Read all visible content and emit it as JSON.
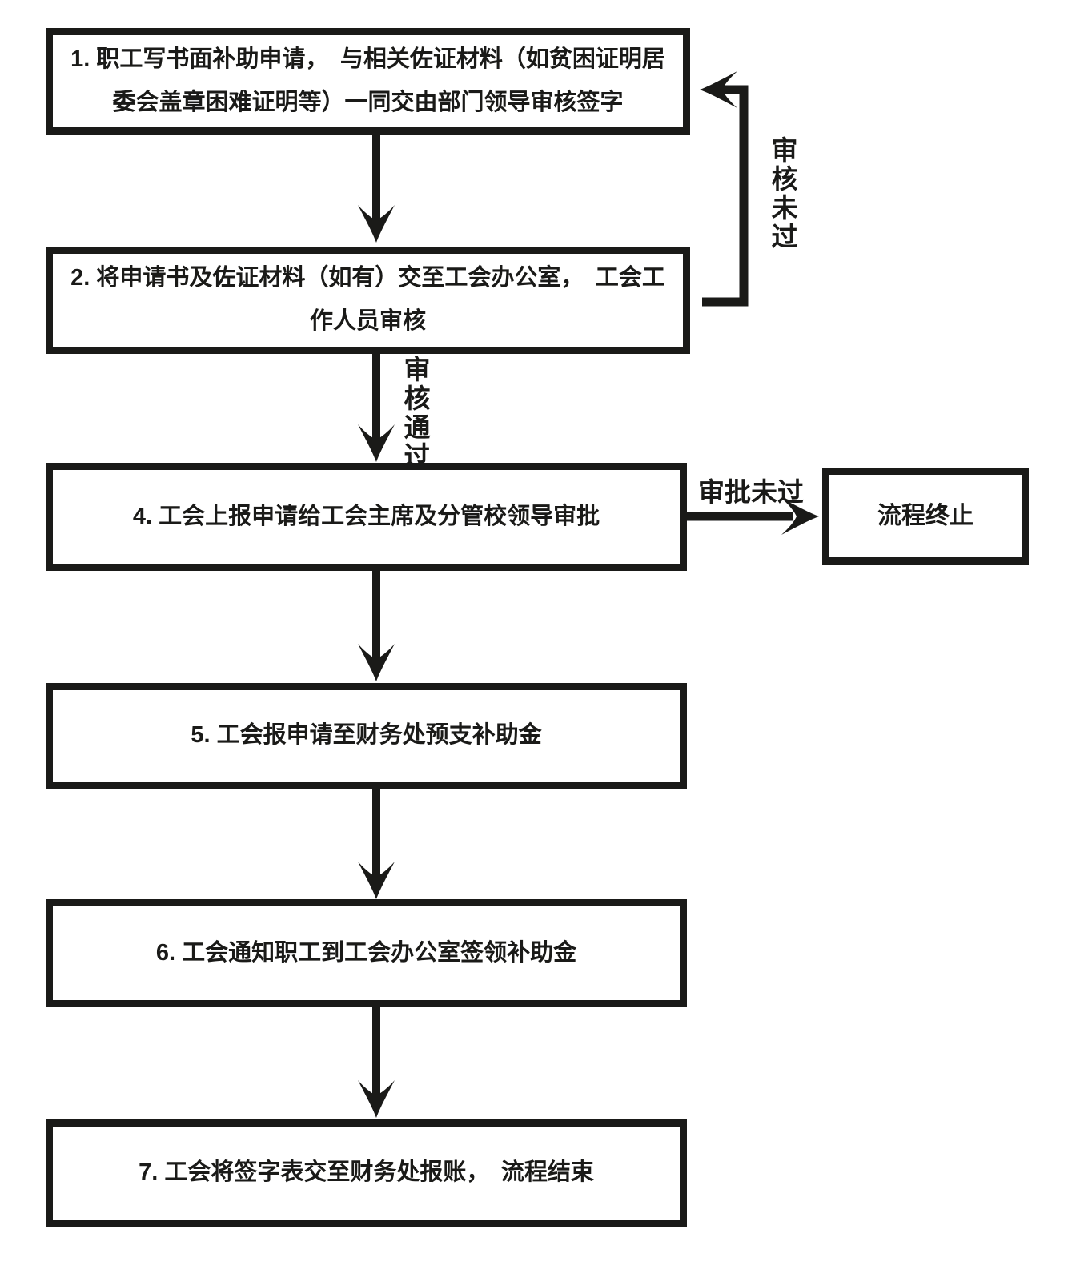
{
  "diagram": {
    "background_color": "#ffffff",
    "line_color": "#1a1a18",
    "steps": [
      {
        "id": "1",
        "text": "1. 职工写书面补助申请，　与相关佐证材料（如贫困证明居委会盖章困难证明等）一同交由部门领导审核签字"
      },
      {
        "id": "2",
        "text": "2. 将申请书及佐证材料（如有）交至工会办公室，　工会工作人员审核"
      },
      {
        "id": "4",
        "text": "4. 工会上报申请给工会主席及分管校领导审批"
      },
      {
        "id": "5",
        "text": "5. 工会报申请至财务处预支补助金"
      },
      {
        "id": "6",
        "text": "6. 工会通知职工到工会办公室签领补助金"
      },
      {
        "id": "7",
        "text": "7. 工会将签字表交至财务处报账，　流程结束"
      }
    ],
    "terminal": {
      "text": "流程终止"
    },
    "edge_labels": {
      "review_fail": "审核未过",
      "review_pass": "审核通过",
      "approval_fail": "审批未过"
    }
  }
}
